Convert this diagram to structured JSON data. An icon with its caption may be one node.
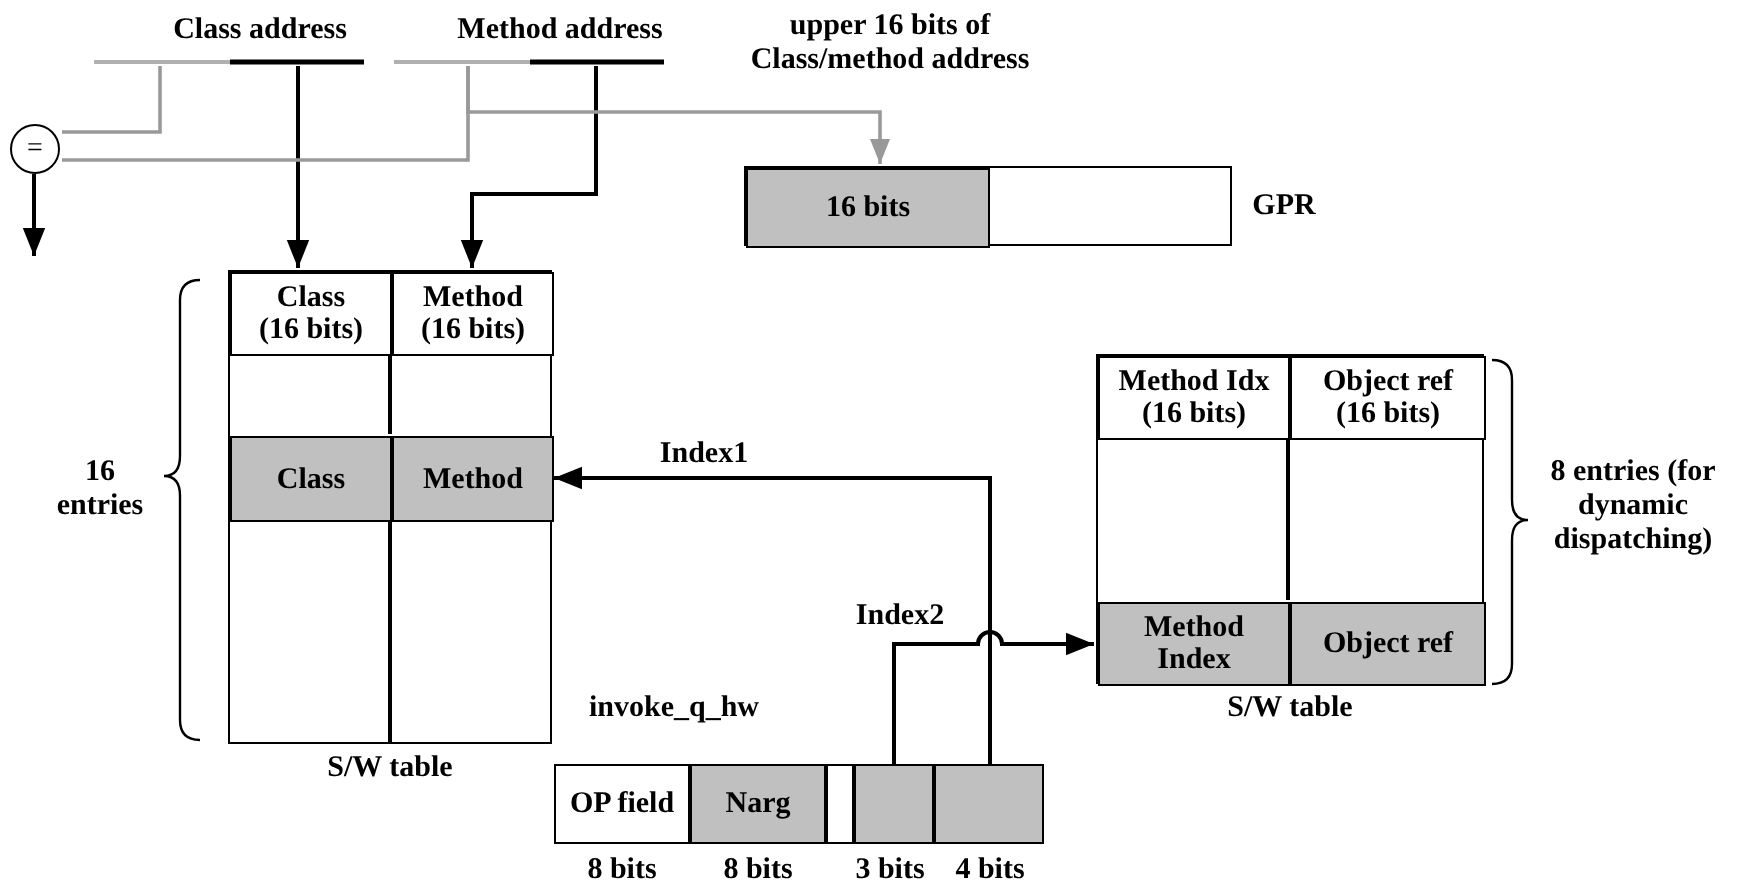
{
  "diagram": {
    "nodes": [
      {
        "text": [
          "Class address"
        ]
      },
      {
        "text": [
          "Method address"
        ]
      },
      {
        "text": [
          "="
        ]
      },
      {
        "text": [],
        "shape": "box",
        "beside": [
          "GPR"
        ]
      },
      {
        "text": [
          "16 bits"
        ],
        "in": 3
      },
      {
        "text": [],
        "shape": "box",
        "beside": [
          "16 entries",
          "S/W table"
        ]
      },
      {
        "text": [
          "Class (16 bits)"
        ],
        "in": 5
      },
      {
        "text": [
          "Method (16 bits)"
        ],
        "in": 5
      },
      {
        "text": [
          "Class"
        ],
        "in": 5
      },
      {
        "text": [
          "Method"
        ],
        "in": 5
      },
      {
        "text": [],
        "shape": "box",
        "beside": [
          "8 entries (for dynamic dispatching)",
          "S/W table"
        ]
      },
      {
        "text": [
          "Method Idx (16 bits)"
        ],
        "in": 10
      },
      {
        "text": [
          "Object ref (16 bits)"
        ],
        "in": 10
      },
      {
        "text": [
          "Method Index"
        ],
        "in": 10
      },
      {
        "text": [
          "Object ref"
        ],
        "in": 10
      },
      {
        "text": [
          "invoke_q_hw"
        ]
      },
      {
        "text": [
          "OP field"
        ],
        "in": 15,
        "beside": [
          "8 bits"
        ]
      },
      {
        "text": [
          "Narg"
        ],
        "in": 15,
        "beside": [
          "8 bits"
        ]
      },
      {
        "text": [],
        "shape": "box",
        "in": 15
      },
      {
        "text": [],
        "shape": "box",
        "in": 15,
        "beside": [
          "3 bits"
        ]
      },
      {
        "text": [],
        "shape": "box",
        "in": 15,
        "beside": [
          "4 bits"
        ]
      }
    ],
    "edges": [
      {
        "from": 0,
        "to": 6,
        "arrow": "to"
      },
      {
        "from": 1,
        "to": 7,
        "arrow": "to"
      },
      {
        "from": 0,
        "to": 2,
        "arrow": "none",
        "color": "#999999"
      },
      {
        "from": 1,
        "to": 2,
        "arrow": "none",
        "color": "#999999"
      },
      {
        "from": 1,
        "to": 4,
        "arrow": "to",
        "label": "upper 16 bits of Class/method address",
        "color": "#999999"
      },
      {
        "from": 2,
        "to": null,
        "arrow": "to"
      },
      {
        "from": 20,
        "to": 9,
        "arrow": "to",
        "label": "Index1"
      },
      {
        "from": 19,
        "to": 13,
        "arrow": "to",
        "label": "Index2"
      }
    ]
  }
}
